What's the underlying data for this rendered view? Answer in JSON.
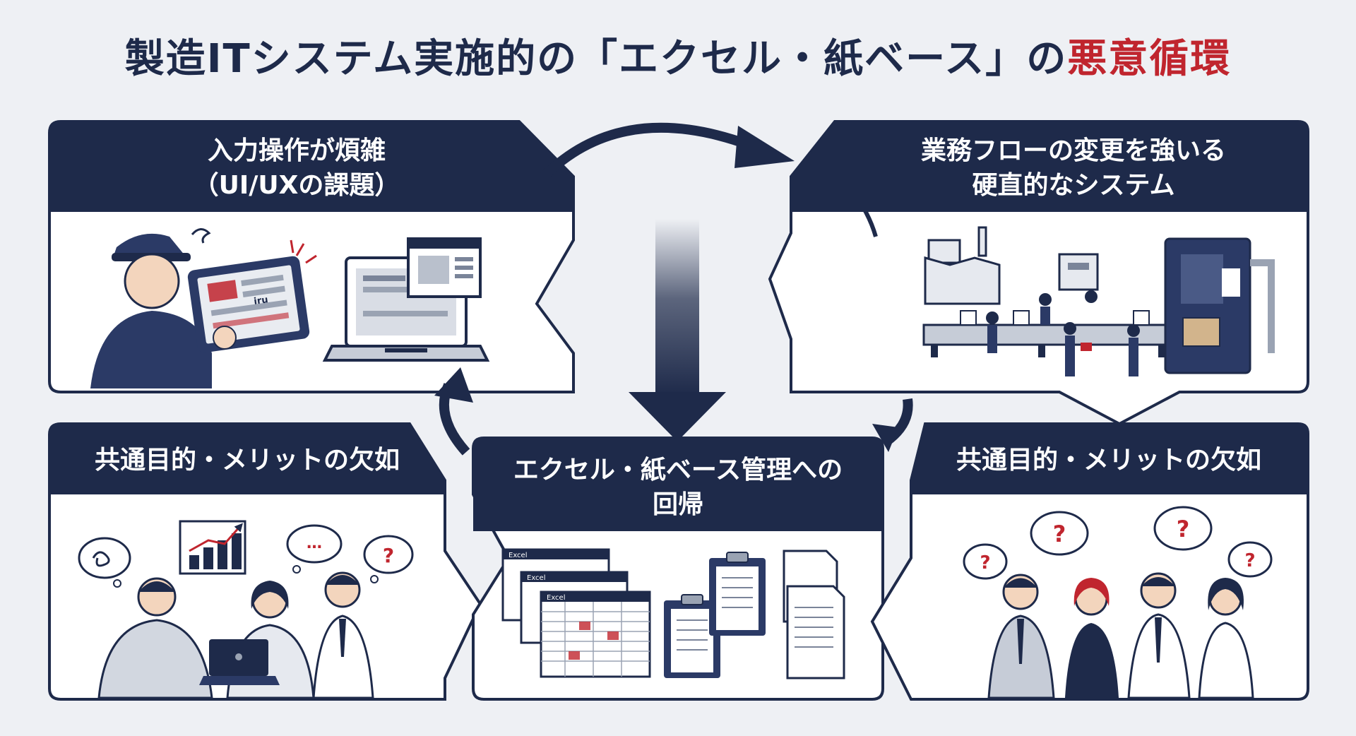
{
  "title": {
    "main": "製造ITシステム実施的の「エクセル・紙ベース」の",
    "accent": "悪意循環"
  },
  "panels": {
    "top_left": {
      "line1": "入力操作が煩雑",
      "line2": "（UI/UXの課題）"
    },
    "top_right": {
      "line1": "業務フローの変更を強いる",
      "line2": "硬直的なシステム"
    },
    "bottom_left": {
      "line1": "共通目的・メリットの欠如"
    },
    "bottom_center": {
      "line1": "エクセル・紙ベース管理への",
      "line2": "回帰"
    },
    "bottom_right": {
      "line1": "共通目的・メリットの欠如"
    }
  },
  "illustration_labels": {
    "tablet_text": "iru",
    "sheet1": "Excel",
    "sheet2": "Excel",
    "sheet3": "Excel",
    "thought_dots": "…",
    "question": "?"
  },
  "colors": {
    "navy": "#1e2a4a",
    "accent_red": "#c0252e",
    "background": "#eef0f4",
    "panel_fill": "#ffffff"
  }
}
